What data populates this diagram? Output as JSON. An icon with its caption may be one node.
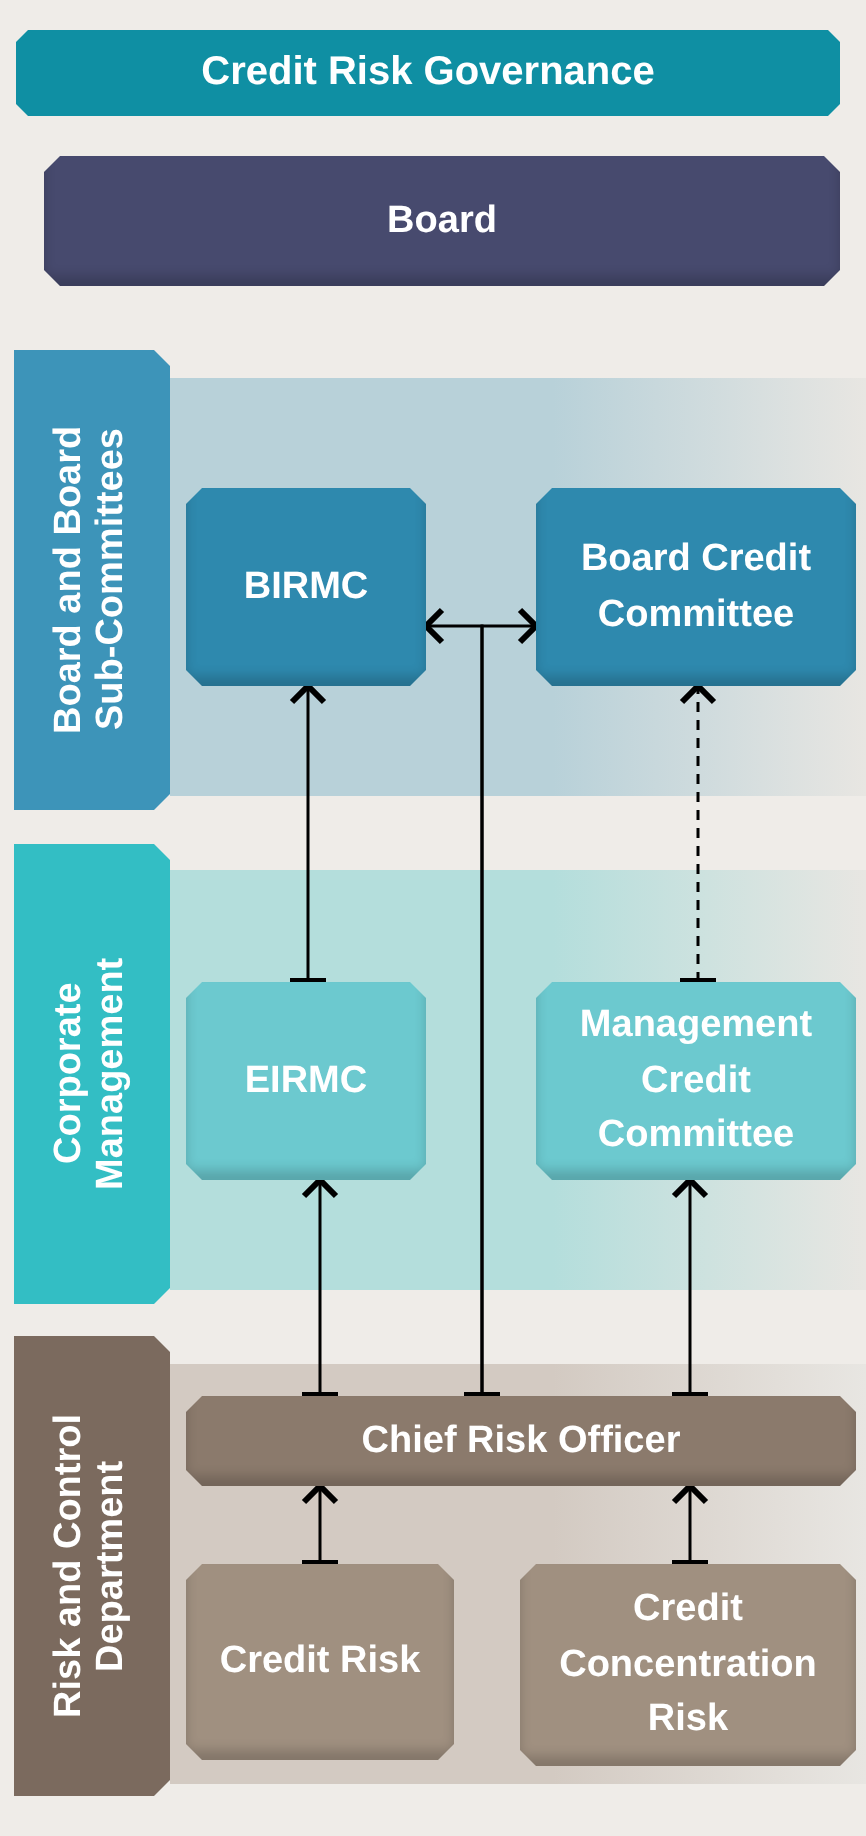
{
  "diagram": {
    "title": "Credit Risk Governance",
    "nodes": [
      {
        "text": [
          "Board"
        ]
      },
      {
        "text": [
          "Board and Board Sub-Committees"
        ]
      },
      {
        "text": [
          "BIRMC"
        ],
        "in": 1
      },
      {
        "text": [
          "Board Credit Committee"
        ],
        "in": 1
      },
      {
        "text": [
          "Corporate Management"
        ]
      },
      {
        "text": [
          "EIRMC"
        ],
        "in": 4
      },
      {
        "text": [
          "Management Credit Committee"
        ],
        "in": 4
      },
      {
        "text": [
          "Risk and Control Department"
        ]
      },
      {
        "text": [
          "Chief Risk Officer"
        ],
        "in": 7
      },
      {
        "text": [
          "Credit Risk"
        ],
        "in": 7
      },
      {
        "text": [
          "Credit Concentration Risk"
        ],
        "in": 7
      }
    ],
    "edges": [
      {
        "from": 5,
        "to": 2,
        "arrow": "to"
      },
      {
        "from": 6,
        "to": 3,
        "arrow": "to",
        "style": "dashed"
      },
      {
        "from": 8,
        "to": 5,
        "arrow": "to"
      },
      {
        "from": 8,
        "to": 6,
        "arrow": "to"
      },
      {
        "from": 8,
        "to": 2,
        "arrow": "to"
      },
      {
        "from": 8,
        "to": 3,
        "arrow": "to"
      },
      {
        "from": 9,
        "to": 8,
        "arrow": "to"
      },
      {
        "from": 10,
        "to": 8,
        "arrow": "to"
      }
    ]
  }
}
